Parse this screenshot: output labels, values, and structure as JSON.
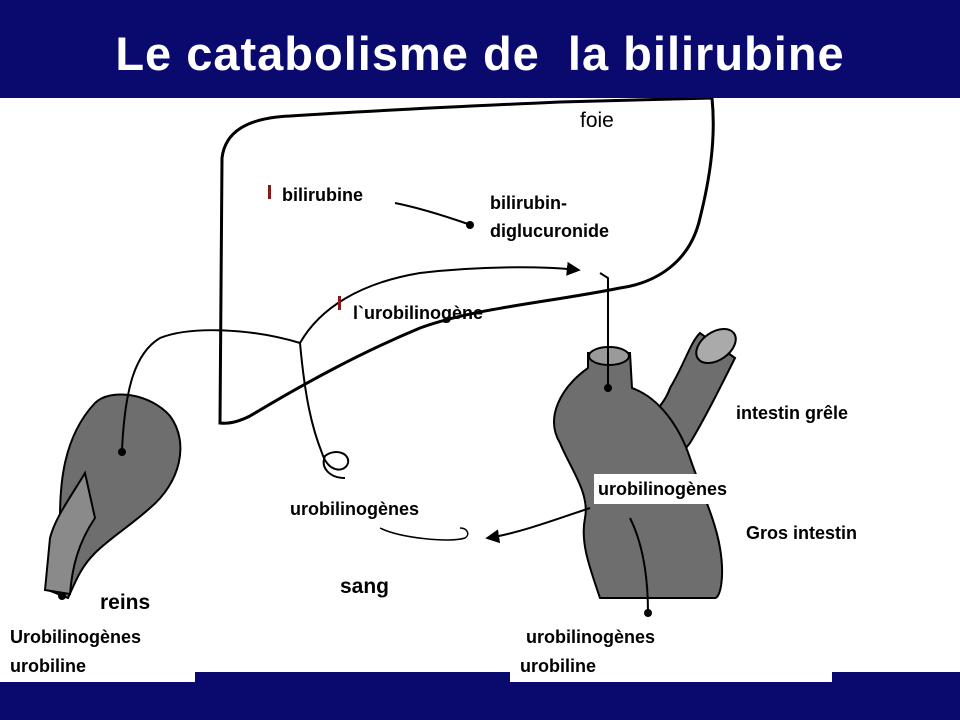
{
  "title": "Le catabolisme de  la bilirubine",
  "labels": {
    "foie": "foie",
    "bilirubine": "bilirubine",
    "bilirubin_line1": "bilirubin-",
    "bilirubin_line2": "diglucuronide",
    "urobilinogene": "l`urobilinogène",
    "intestin_grele": "intestin grêle",
    "urobilinogenes_intestin": "urobilinogènes",
    "gros_intestin": "Gros intestin",
    "urobilinogenes_sang": "urobilinogènes",
    "sang": "sang",
    "reins": "reins",
    "reins_out_line1": "Urobilinogènes",
    "reins_out_line2": "urobiline",
    "intestin_out_line1": "urobilinogènes",
    "intestin_out_line2": "urobiline"
  },
  "colors": {
    "background": "#0a0a6e",
    "title_text": "#ffffff",
    "organ_fill": "#6e6e6e",
    "line": "#000000"
  }
}
